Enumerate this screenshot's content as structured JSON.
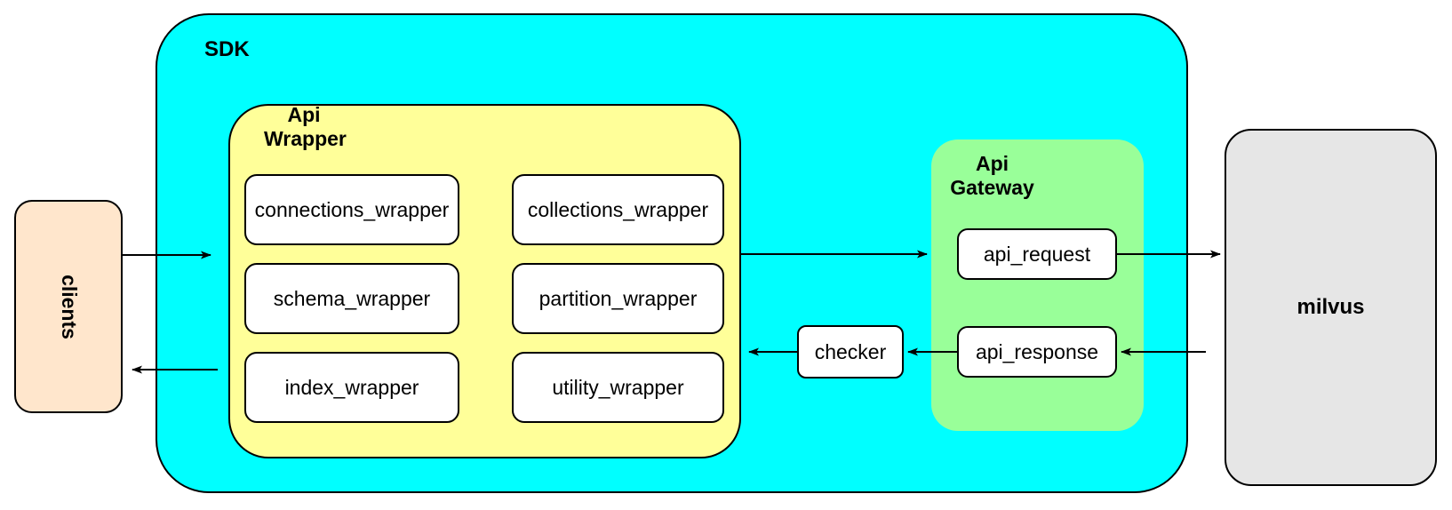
{
  "colors": {
    "canvas-bg": "#ffffff",
    "sdk-fill": "#00ffff",
    "wrapper-fill": "#ffff99",
    "gateway-fill": "#99ff99",
    "clients-fill": "#ffe6cc",
    "milvus-fill": "#e6e6e6",
    "node-fill": "#ffffff",
    "stroke": "#000000",
    "text": "#000000"
  },
  "nodes": {
    "clients": {
      "label": "clients"
    },
    "sdk": {
      "label": "SDK"
    },
    "api_wrapper": {
      "label": "Api\nWrapper",
      "left_column": [
        "connections_wrapper",
        "schema_wrapper",
        "index_wrapper"
      ],
      "right_column": [
        "collections_wrapper",
        "partition_wrapper",
        "utility_wrapper"
      ]
    },
    "checker": {
      "label": "checker"
    },
    "api_gateway": {
      "label": "Api\nGateway",
      "request": "api_request",
      "response": "api_response"
    },
    "milvus": {
      "label": "milvus"
    }
  },
  "edges": [
    {
      "from": "clients",
      "to": "sdk"
    },
    {
      "from": "api_wrapper",
      "to": "api_gateway"
    },
    {
      "from": "api_request",
      "to": "milvus"
    },
    {
      "from": "milvus",
      "to": "api_response"
    },
    {
      "from": "api_response",
      "to": "checker"
    },
    {
      "from": "checker",
      "to": "api_wrapper"
    },
    {
      "from": "sdk",
      "to": "clients"
    }
  ]
}
